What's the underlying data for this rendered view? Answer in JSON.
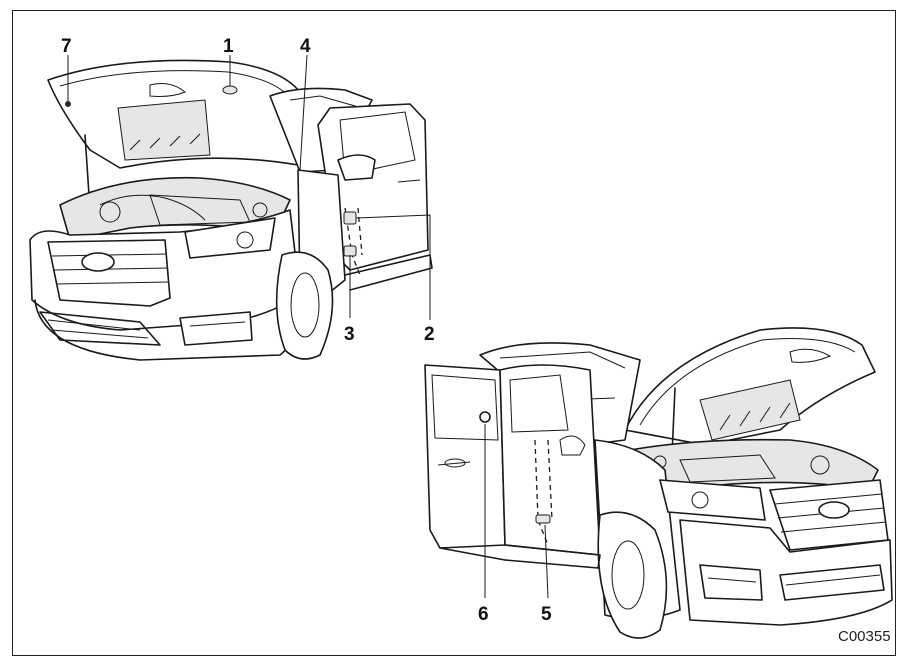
{
  "figure": {
    "code": "C00355",
    "callouts": [
      {
        "id": "1",
        "label": "1"
      },
      {
        "id": "2",
        "label": "2"
      },
      {
        "id": "3",
        "label": "3"
      },
      {
        "id": "4",
        "label": "4"
      },
      {
        "id": "5",
        "label": "5"
      },
      {
        "id": "6",
        "label": "6"
      },
      {
        "id": "7",
        "label": "7"
      }
    ],
    "views": [
      {
        "id": "front-left-view",
        "description_icon": "car-front-left-icon"
      },
      {
        "id": "front-right-view",
        "description_icon": "car-front-right-icon"
      }
    ]
  }
}
